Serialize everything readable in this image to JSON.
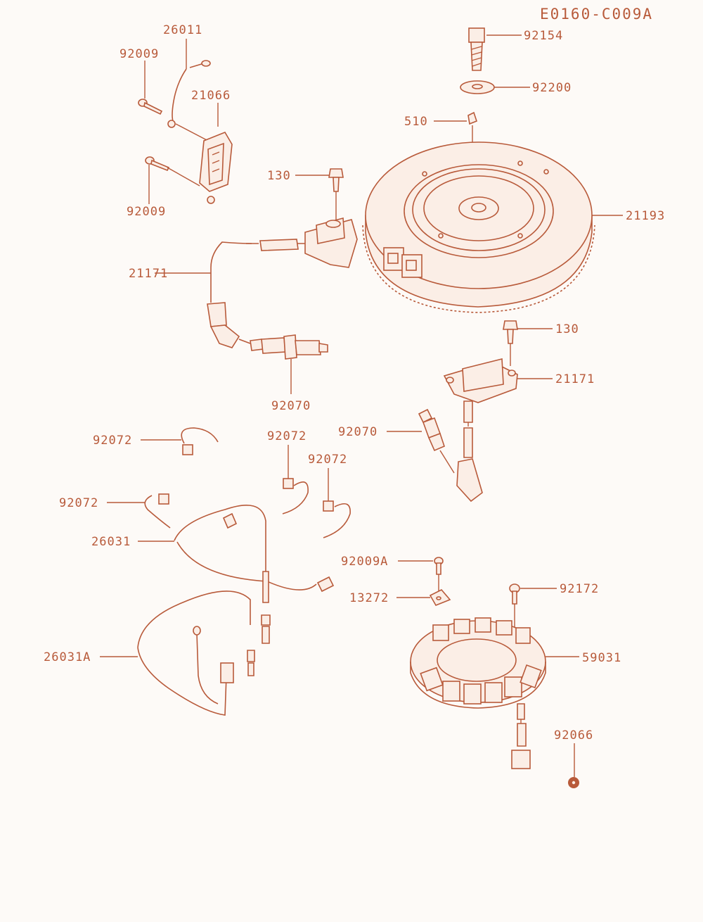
{
  "diagram_code": "E0160-C009A",
  "colors": {
    "line": "#b85a3a",
    "fill": "#fbeee6",
    "background": "#fdfaf7"
  },
  "part_labels": {
    "p92154": "92154",
    "p92200": "92200",
    "p510": "510",
    "p21193": "21193",
    "p130_top": "130",
    "p130_right": "130",
    "p26011": "26011",
    "p92009_top": "92009",
    "p21066": "21066",
    "p92009_bottom": "92009",
    "p21171_left": "21171",
    "p21171_right": "21171",
    "p92070_left": "92070",
    "p92070_right": "92070",
    "p92072_a": "92072",
    "p92072_b": "92072",
    "p92072_c": "92072",
    "p92072_d": "92072",
    "p26031": "26031",
    "p26031A": "26031A",
    "p92009A": "92009A",
    "p13272": "13272",
    "p92172": "92172",
    "p59031": "59031",
    "p92066": "92066"
  }
}
